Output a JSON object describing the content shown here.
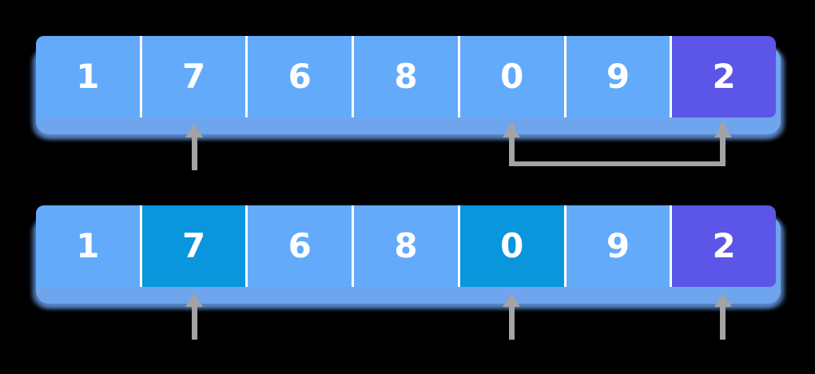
{
  "colors": {
    "background": "#000000",
    "cell_default": "#63ABFA",
    "cell_highlight": "#0996DC",
    "cell_pivot": "#5B55E8",
    "bar_shadow": "#6FA5EC",
    "divider": "#FFFFFF",
    "digit": "#FFFFFF",
    "arrow": "#A3A3A5"
  },
  "array_rows": [
    {
      "id": "row-top",
      "cells": [
        {
          "value": "1",
          "variant": "default"
        },
        {
          "value": "7",
          "variant": "default"
        },
        {
          "value": "6",
          "variant": "default"
        },
        {
          "value": "8",
          "variant": "default"
        },
        {
          "value": "0",
          "variant": "default"
        },
        {
          "value": "9",
          "variant": "default"
        },
        {
          "value": "2",
          "variant": "pivot"
        }
      ],
      "pointers": [
        {
          "cell_index": 1,
          "icon": "arrow-up-icon"
        }
      ],
      "connector": {
        "from_index": 4,
        "to_index": 6,
        "icon": "u-shaped-swap-connector"
      }
    },
    {
      "id": "row-bottom",
      "cells": [
        {
          "value": "1",
          "variant": "default"
        },
        {
          "value": "7",
          "variant": "highlight"
        },
        {
          "value": "6",
          "variant": "default"
        },
        {
          "value": "8",
          "variant": "default"
        },
        {
          "value": "0",
          "variant": "highlight"
        },
        {
          "value": "9",
          "variant": "default"
        },
        {
          "value": "2",
          "variant": "pivot"
        }
      ],
      "pointers": [
        {
          "cell_index": 1,
          "icon": "arrow-up-icon"
        },
        {
          "cell_index": 4,
          "icon": "arrow-up-icon"
        },
        {
          "cell_index": 6,
          "icon": "arrow-up-icon"
        }
      ]
    }
  ]
}
